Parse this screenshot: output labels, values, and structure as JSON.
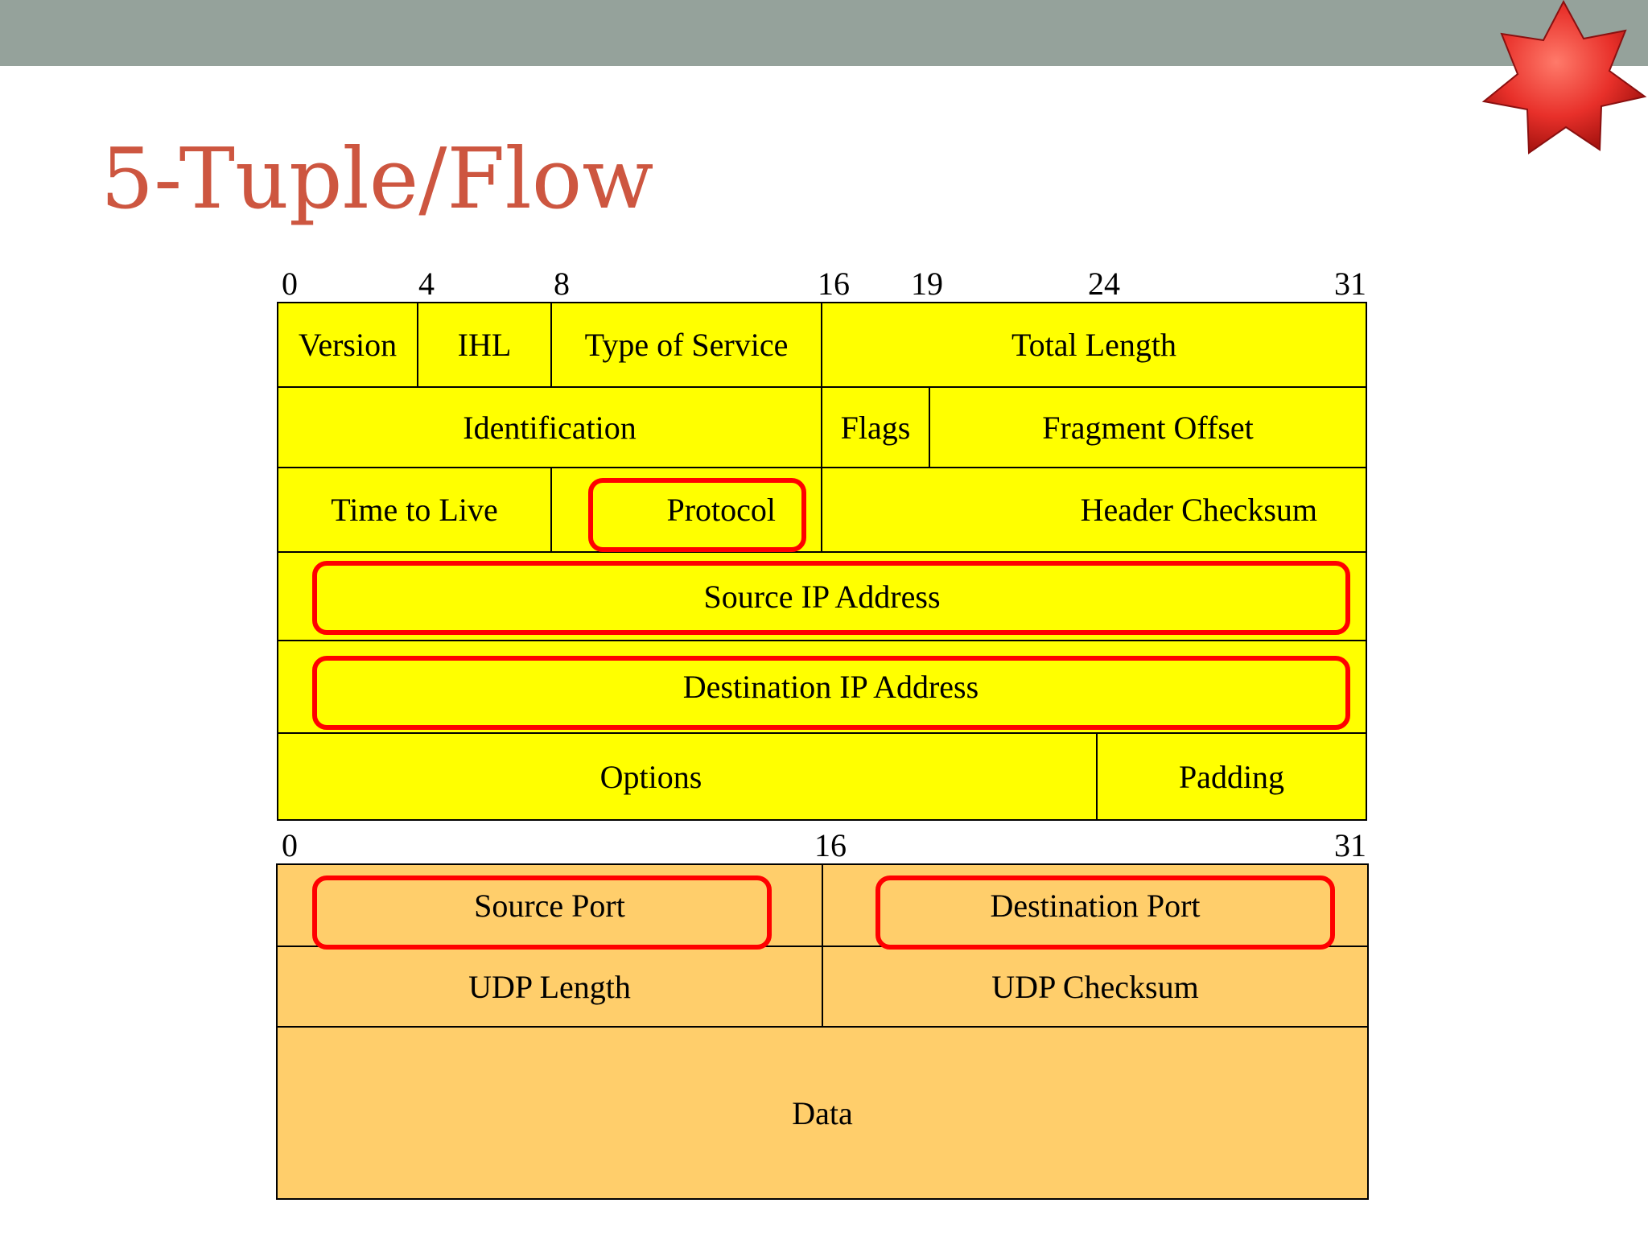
{
  "slide": {
    "title": "5-Tuple/Flow"
  },
  "ip_header": {
    "bit_ticks": [
      "0",
      "4",
      "8",
      "16",
      "19",
      "24",
      "31"
    ],
    "fields": {
      "version": "Version",
      "ihl": "IHL",
      "type_of_service": "Type of Service",
      "total_length": "Total Length",
      "identification": "Identification",
      "flags": "Flags",
      "fragment_offset": "Fragment Offset",
      "time_to_live": "Time to Live",
      "protocol": "Protocol",
      "header_checksum": "Header Checksum",
      "source_ip": "Source IP Address",
      "destination_ip": "Destination IP Address",
      "options": "Options",
      "padding": "Padding"
    }
  },
  "udp_header": {
    "bit_ticks": [
      "0",
      "16",
      "31"
    ],
    "fields": {
      "source_port": "Source Port",
      "destination_port": "Destination Port",
      "udp_length": "UDP Length",
      "udp_checksum": "UDP Checksum",
      "data": "Data"
    }
  },
  "colors": {
    "top_bar": "#95a29b",
    "title": "#cd5640",
    "ip_fill": "#ffff00",
    "udp_fill": "#ffce6b",
    "highlight": "#ff0000",
    "star": "#e8302a"
  },
  "icons": {
    "corner_star": "star-icon"
  }
}
